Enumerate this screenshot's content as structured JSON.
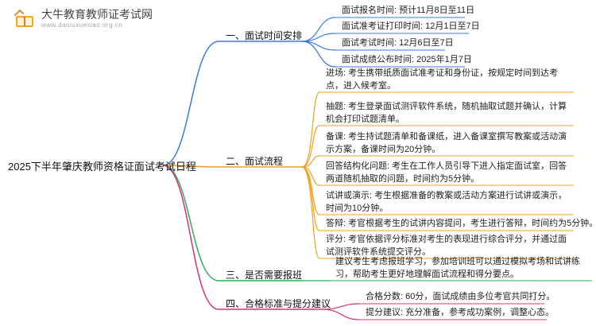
{
  "logo": {
    "icon": "book-icon",
    "title": "大牛教育教师证考试网",
    "url": "www.daniuxuexiao.org.cn"
  },
  "root": "2025下半年肇庆教师资格证面试考试日程",
  "colors": {
    "branch1": "#3a7be0",
    "branch2": "#f0a020",
    "branch3": "#2fae5a",
    "branch4": "#d6307a"
  },
  "branches": [
    {
      "label": "一、面试时间安排",
      "items": [
        "面试报名时间: 预计11月8日至11日",
        "面试准考证打印时间: 12月1日至7日",
        "面试考试时间: 12月6日至7日",
        "面试成绩公布时间: 2025年1月7日"
      ]
    },
    {
      "label": "二、面试流程",
      "items": [
        "进场: 考生携带纸质面试准考证和身份证，按规定时间到达考点，进入候考室。",
        "抽题: 考生登录面试测评软件系统，随机抽取试题并确认，计算机会打印试题清单。",
        "备课: 考生持试题清单和备课纸，进入备课室撰写教案或活动演示方案，备课时间为20分钟。",
        "回答结构化问题: 考生在工作人员引导下进入指定面试室，回答两道随机抽取的问题，时间约为5分钟。",
        "试讲或演示: 考生根据准备的教案或活动方案进行试讲或演示，时间为10分钟。",
        "答辩: 考官根据考生的试讲内容提问，考生进行答辩，时间约为5分钟。",
        "评分: 考官依据评分标准对考生的表现进行综合评分，并通过面试测评软件系统提交评分。"
      ]
    },
    {
      "label": "三、是否需要报班",
      "items": [
        "建议考生考虑报班学习，参加培训班可以通过模拟考场和试讲练习，帮助考生更好地理解面试流程和得分要点。"
      ]
    },
    {
      "label": "四、合格标准与提分建议",
      "items": [
        "合格分数: 60分，面试成绩由多位考官共同打分。",
        "提分建议: 充分准备，参考成功案例，调整心态。"
      ]
    }
  ]
}
